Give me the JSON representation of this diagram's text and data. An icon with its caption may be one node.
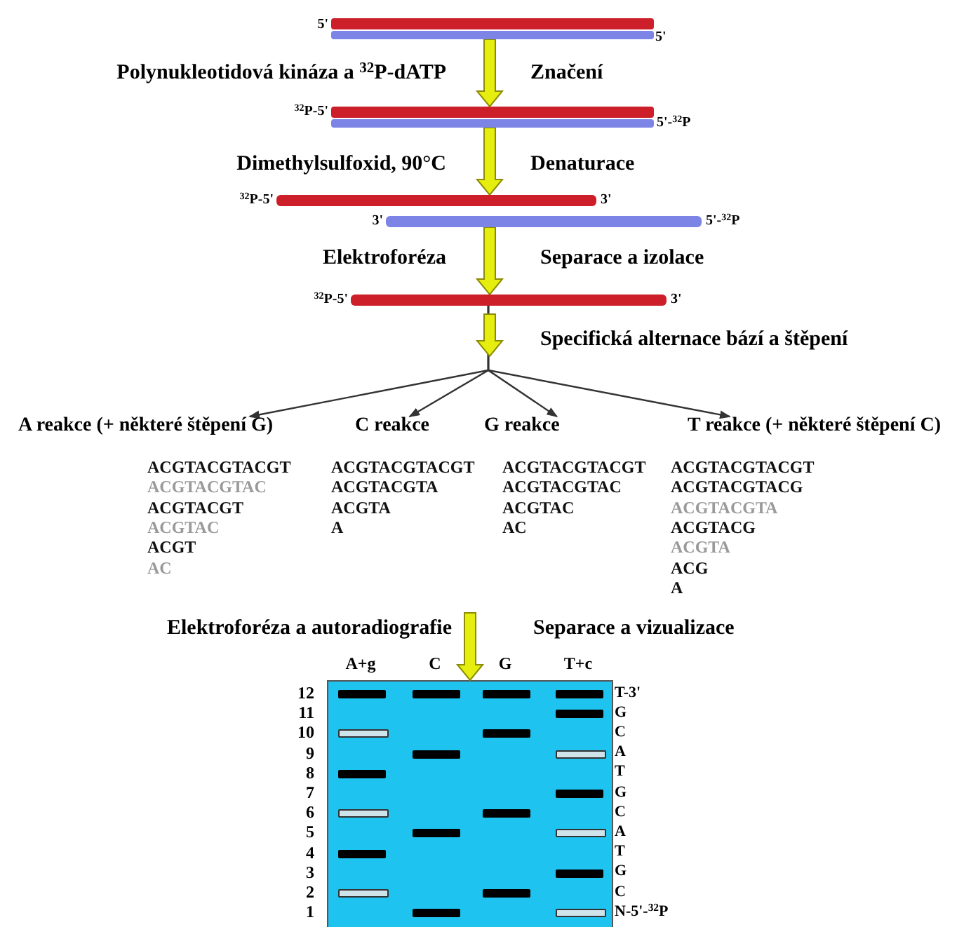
{
  "diagram": {
    "nodes": [
      {
        "text": [],
        "shape": "bar",
        "beside": [
          "5'",
          "5'"
        ]
      },
      {
        "text": [],
        "shape": "bar",
        "beside": [
          "$^{32}$P-5'",
          "5'-$^{32}$P"
        ]
      },
      {
        "text": [],
        "shape": "bar",
        "beside": [
          "$^{32}$P-5'",
          "3'"
        ]
      },
      {
        "text": [],
        "shape": "bar",
        "beside": [
          "3'",
          "5'-$^{32}$P"
        ]
      },
      {
        "text": [],
        "shape": "bar",
        "beside": [
          "$^{32}$P-5'",
          "3'"
        ]
      },
      {
        "text": [
          "A reakce (+ některé štěpení G)"
        ],
        "beside": [
          "ACGTACGTACGT",
          "ACGTACGTAC",
          "ACGTACGT",
          "ACGTAC",
          "ACGT",
          "AC"
        ]
      },
      {
        "text": [
          "C reakce"
        ],
        "beside": [
          "ACGTACGTACGT",
          "ACGTACGTA",
          "ACGTA",
          "A"
        ]
      },
      {
        "text": [
          "G reakce"
        ],
        "beside": [
          "ACGTACGTACGT",
          "ACGTACGTAC",
          "ACGTAC",
          "AC"
        ]
      },
      {
        "text": [
          "T reakce (+ některé štěpení C)"
        ],
        "beside": [
          "ACGTACGTACGT",
          "ACGTACGTACG",
          "ACGTACGTA",
          "ACGTACG",
          "ACGTA",
          "ACG",
          "A"
        ]
      },
      {
        "text": [],
        "shape": "box",
        "beside": [
          "A+g",
          "C",
          "G",
          "T+c",
          "12",
          "T-3'",
          "11",
          "G",
          "10",
          "C",
          "9",
          "A",
          "8",
          "T",
          "7",
          "G",
          "6",
          "C",
          "5",
          "A",
          "4",
          "T",
          "3",
          "G",
          "2",
          "C",
          "1",
          "N-5'-$^{32}$P"
        ]
      }
    ],
    "edges": [
      {
        "from": 0,
        "to": 1,
        "arrow": "to",
        "style": "thick"
      },
      {
        "from": 1,
        "to": 2,
        "arrow": "to",
        "style": "thick"
      },
      {
        "from": 3,
        "to": 4,
        "arrow": "to",
        "style": "thick"
      },
      {
        "from": 4,
        "to": 5,
        "arrow": "to",
        "color": "#333333"
      },
      {
        "from": 4,
        "to": 6,
        "arrow": "to",
        "color": "#333333"
      },
      {
        "from": 4,
        "to": 7,
        "arrow": "to",
        "color": "#333333"
      },
      {
        "from": 4,
        "to": 8,
        "arrow": "to",
        "color": "#333333"
      },
      {
        "from": null,
        "to": 9,
        "arrow": "to",
        "style": "thick"
      }
    ],
    "labels": [
      "Polynukleotidová kináza a $^{32}$P-dATP",
      "Značení",
      "Dimethylsulfoxid, 90°C",
      "Denaturace",
      "Elektroforéza",
      "Separace a izolace",
      "Specifická alternace bází a štěpení",
      "Elektroforéza a autoradiografie",
      "Separace a vizualizace"
    ]
  }
}
